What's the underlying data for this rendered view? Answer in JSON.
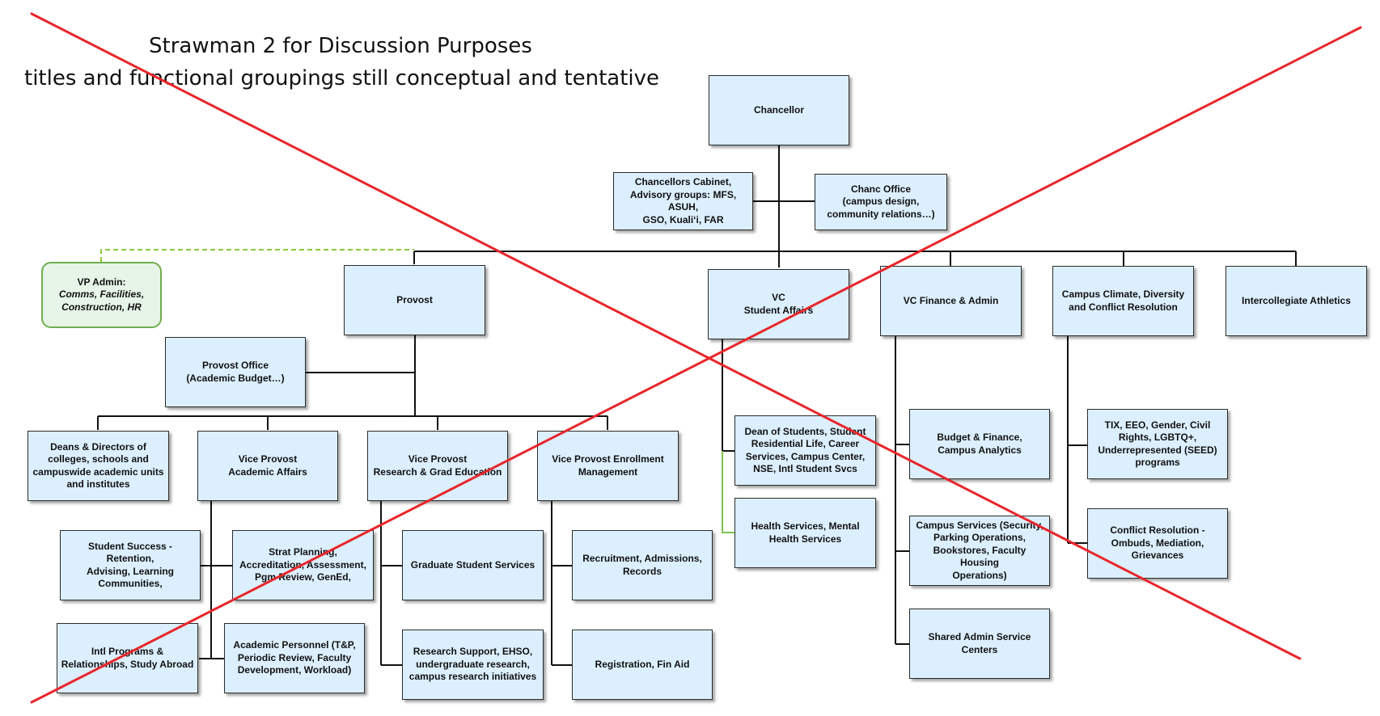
{
  "heading": {
    "line1": "Strawman 2 for Discussion Purposes",
    "line2": "titles and functional groupings still conceptual and tentative"
  },
  "chart": {
    "chancellor": "Chancellor",
    "cabinet": "Chancellors Cabinet,\nAdvisory groups: MFS, ASUH,\nGSO, Kuali‘i, FAR",
    "chanc_office": "Chanc Office\n(campus design,\ncommunity relations…)",
    "vp_admin_title": "VP Admin:",
    "vp_admin_detail": "Comms, Facilities,\nConstruction,  HR",
    "provost": "Provost",
    "vc_student_affairs": "VC\nStudent  Affairs",
    "vc_finance": "VC Finance & Admin",
    "campus_climate": "Campus Climate, Diversity\nand Conflict Resolution",
    "athletics": "Intercollegiate Athletics",
    "provost_office": "Provost Office\n(Academic Budget…)",
    "deans": "Deans & Directors of\ncolleges, schools and\ncampuswide academic units\nand institutes",
    "vp_academic": "Vice Provost\nAcademic Affairs",
    "vp_research": "Vice Provost\nResearch & Grad Education",
    "vp_enrollment": "Vice Provost Enrollment\nManagement",
    "student_success": "Student Success -  Retention,\nAdvising, Learning\nCommunities,",
    "strat_planning": "Strat Planning,\nAccreditation, Assessment,\nPgm Review, GenEd,",
    "intl_programs": "Intl Programs &\nRelationships, Study Abroad",
    "academic_personnel": "Academic Personnel (T&P,\nPeriodic Review, Faculty\nDevelopment, Workload)",
    "grad_services": "Graduate Student Services",
    "research_support": "Research Support, EHSO,\nundergraduate research,\ncampus research initiatives",
    "recruitment": "Recruitment, Admissions,\nRecords",
    "registration": "Registration, Fin Aid",
    "dean_students": "Dean of Students, Student\nResidential Life, Career\nServices, Campus Center,\nNSE, Intl Student Svcs",
    "health_services": "Health Services, Mental\nHealth Services",
    "budget_finance": "Budget & Finance,\nCampus Analytics",
    "campus_services": "Campus Services (Security,\nParking Operations,\nBookstores, Faculty Housing\nOperations)",
    "shared_admin": "Shared Admin Service\nCenters",
    "tix_eeo": "TIX, EEO, Gender, Civil\nRights, LGBTQ+,\nUnderrepresented (SEED)\nprograms",
    "conflict_resolution": "Conflict Resolution -\nOmbuds, Mediation,\nGrievances"
  },
  "colors": {
    "box_fill": "#dcefff",
    "vp_admin_fill": "#e6f5e8",
    "vp_admin_border": "#6fae4e",
    "cross_out": "#e8262b"
  }
}
